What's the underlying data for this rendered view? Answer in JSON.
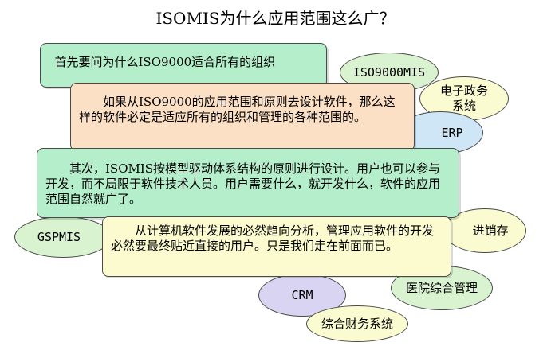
{
  "title": "ISOMIS为什么应用范围这么广？",
  "ellipses": [
    {
      "id": "iso9000mis",
      "label": "ISO9000MIS"
    },
    {
      "id": "egov",
      "label": "电子政务系统"
    },
    {
      "id": "erp",
      "label": "ERP"
    },
    {
      "id": "gspmis",
      "label": "GSPMIS"
    },
    {
      "id": "jxc",
      "label": "进销存"
    },
    {
      "id": "hospital",
      "label": "医院综合管理"
    },
    {
      "id": "crm",
      "label": "CRM"
    },
    {
      "id": "finance",
      "label": "综合财务系统"
    }
  ],
  "boxes": [
    {
      "id": "box1",
      "text": "首先要问为什么ISO9000适合所有的组织"
    },
    {
      "id": "box2",
      "text": "如果从ISO9000的应用范围和原则去设计软件，那么这样的软件必定是适应所有的组织和管理的各种范围的。"
    },
    {
      "id": "box3",
      "text": "其次，ISOMIS按模型驱动体系结构的原则进行设计。用户也可以参与开发，而不局限于软件技术人员。用户需要什么，就开发什么，软件的应用范围自然就广了。"
    },
    {
      "id": "box4",
      "text": "从计算机软件发展的必然趋向分析，管理应用软件的开发必然要最终贴近直接的用户。只是我们走在前面而已。"
    }
  ],
  "colors": {
    "ellipse_green": "#d9f2d0",
    "ellipse_purple": "#d8d4f2",
    "ellipse_blue": "#cfe6f7",
    "ellipse_yellow": "#fbfbd2",
    "box_green": "#b4eecb",
    "box_peach": "#fbe0c5",
    "box_yellow": "#fbfbcf"
  }
}
